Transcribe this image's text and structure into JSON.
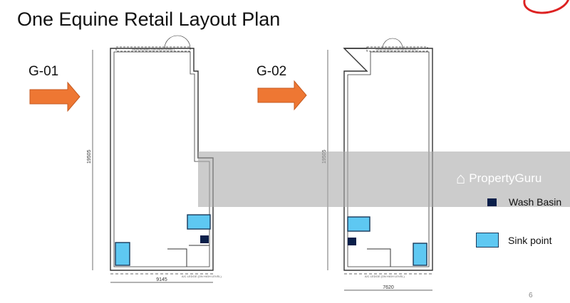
{
  "title": "One Equine Retail Layout Plan",
  "units": [
    {
      "label": "G-01",
      "width_dim": "9145",
      "length_dim": "19505",
      "signboard": "SIGN BOARD (ON HIGH LEVEL)",
      "ledge": "A/C LEDGE (ON HIGH LEVEL)"
    },
    {
      "label": "G-02",
      "width_dim": "7620",
      "length_dim": "19505",
      "signboard": "SIGN BOARD (ON HIGH LEVEL)",
      "ledge": "A/C LEDGE (ON HIGH LEVEL)"
    }
  ],
  "legend": [
    {
      "label": "Wash Basin",
      "color": "#0a1f4a"
    },
    {
      "label": "Sink point",
      "color": "#5ec8f2"
    }
  ],
  "watermark": "PropertyGuru",
  "page_number": "6",
  "arrow_color": "#ee7733"
}
